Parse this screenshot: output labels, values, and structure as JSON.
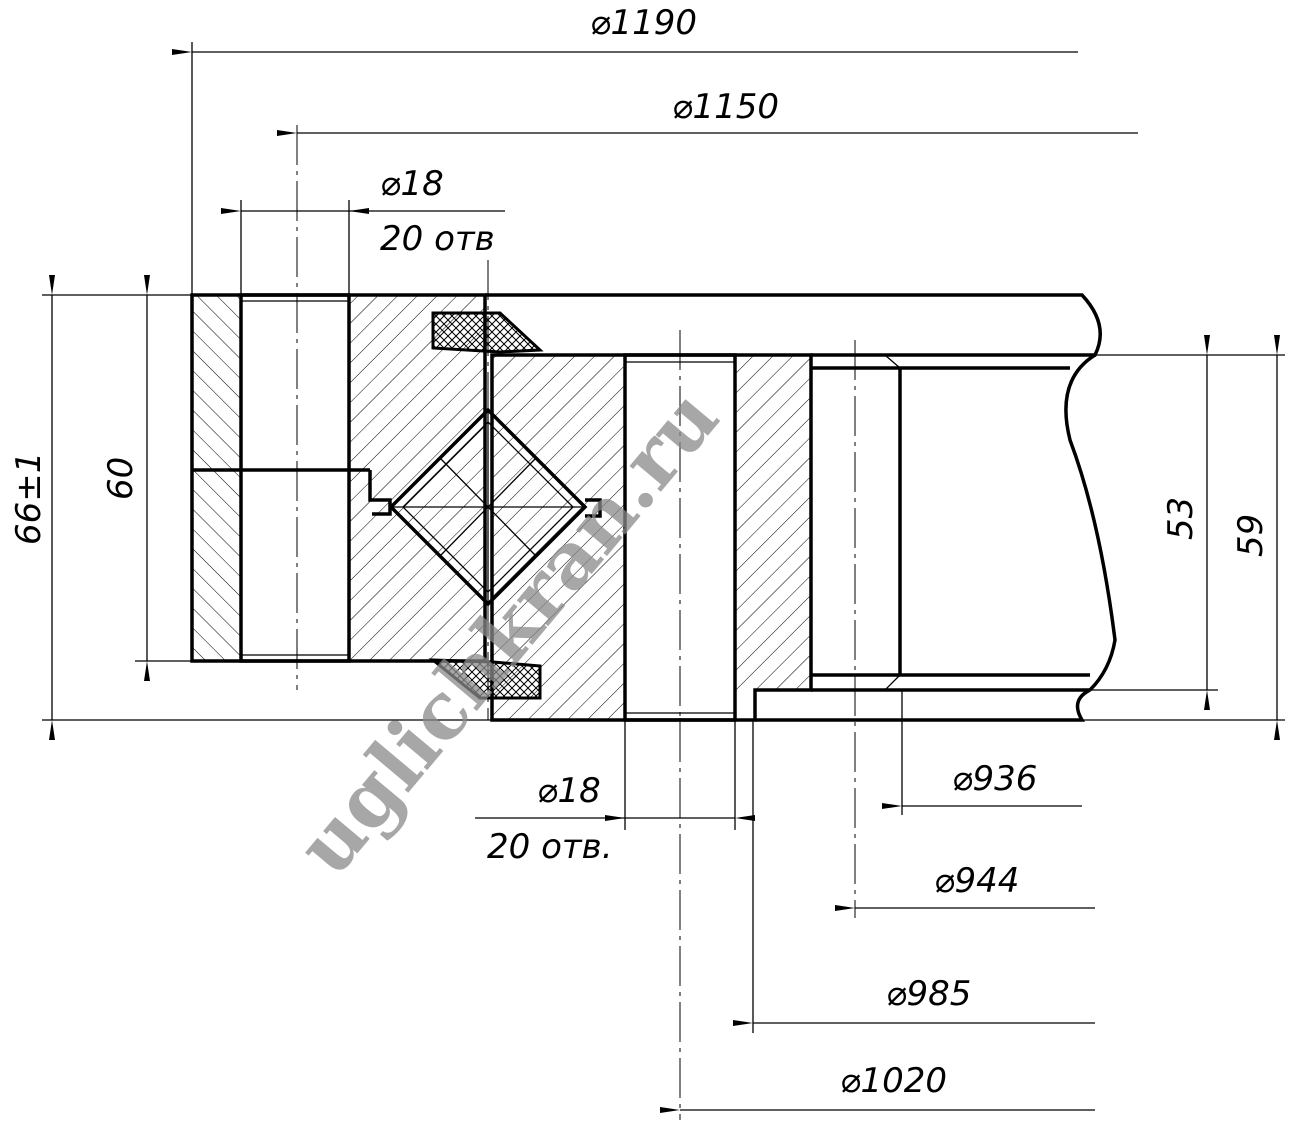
{
  "drawing": {
    "dimensions": {
      "d1190": "⌀1190",
      "d1150": "⌀1150",
      "hole_top_dia": "⌀18",
      "hole_top_count": "20 отв",
      "height_total": "66±1",
      "height_outer": "60",
      "height_inner_53": "53",
      "height_inner_59": "59",
      "hole_bottom_dia": "⌀18",
      "hole_bottom_count": "20 отв.",
      "d936": "⌀936",
      "d944": "⌀944",
      "d985": "⌀985",
      "d1020": "⌀1020"
    },
    "watermark": "uglichkran.ru"
  }
}
